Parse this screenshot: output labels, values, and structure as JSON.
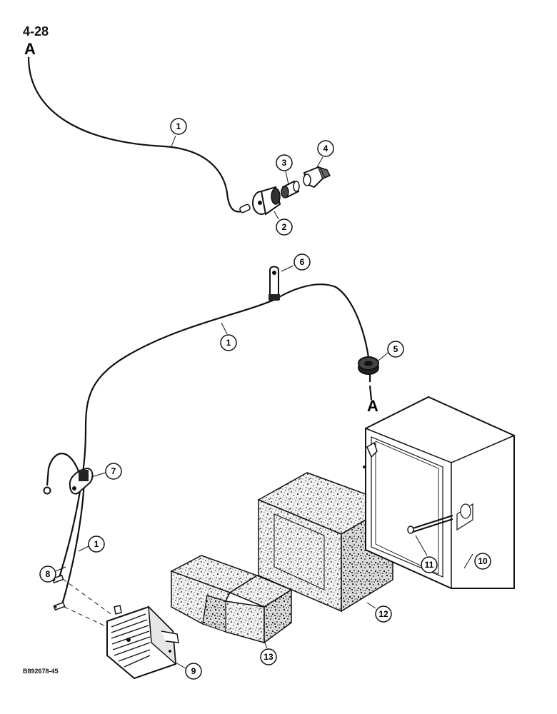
{
  "page": {
    "number": "4-28",
    "figure_code": "B892678-45"
  },
  "connectors": {
    "top": "A",
    "bottom": "A"
  },
  "callouts": [
    "1",
    "2",
    "3",
    "4",
    "5",
    "6",
    "7",
    "8",
    "9",
    "10",
    "11",
    "12",
    "13"
  ]
}
